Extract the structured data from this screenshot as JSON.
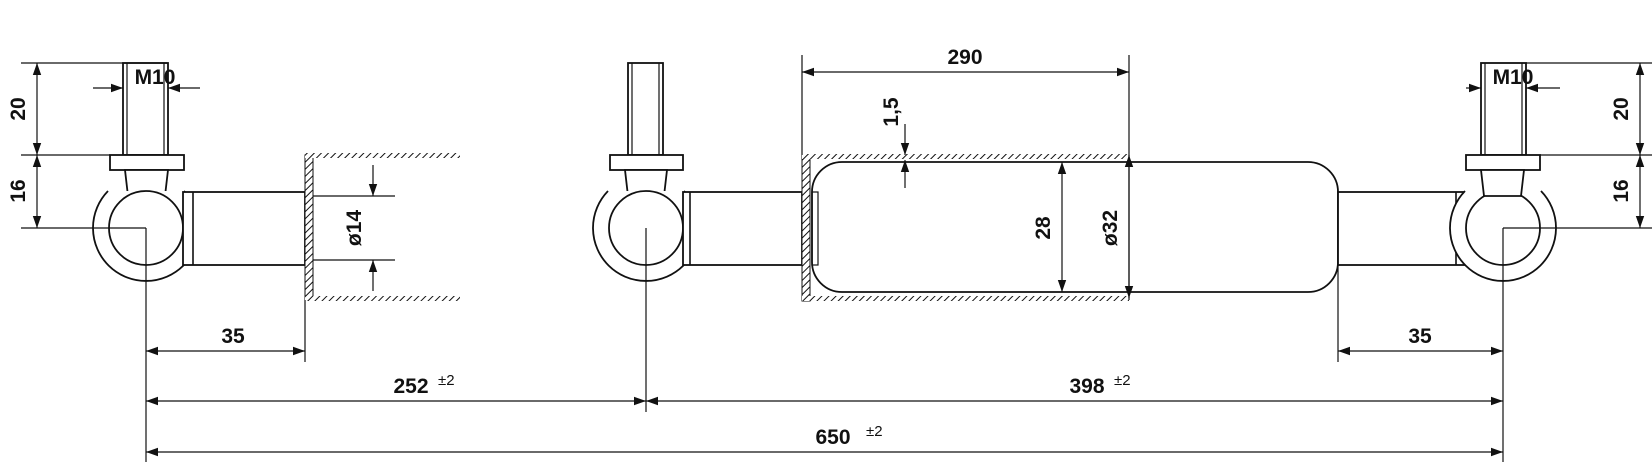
{
  "drawing": {
    "thread_left": "M10",
    "thread_right": "M10",
    "stud_length_left": "20",
    "stud_offset_left": "16",
    "stud_length_right": "20",
    "stud_offset_right": "16",
    "rod_diameter": "ø14",
    "tube_length": "290",
    "wall_thickness": "1,5",
    "inner_diameter": "28",
    "outer_diameter": "ø32",
    "rod_end_left": "35",
    "rod_end_right": "35",
    "stroke_length": "252",
    "stroke_tolerance": "±2",
    "compressed_length": "398",
    "compressed_tolerance": "±2",
    "extended_length": "650",
    "extended_tolerance": "±2"
  }
}
